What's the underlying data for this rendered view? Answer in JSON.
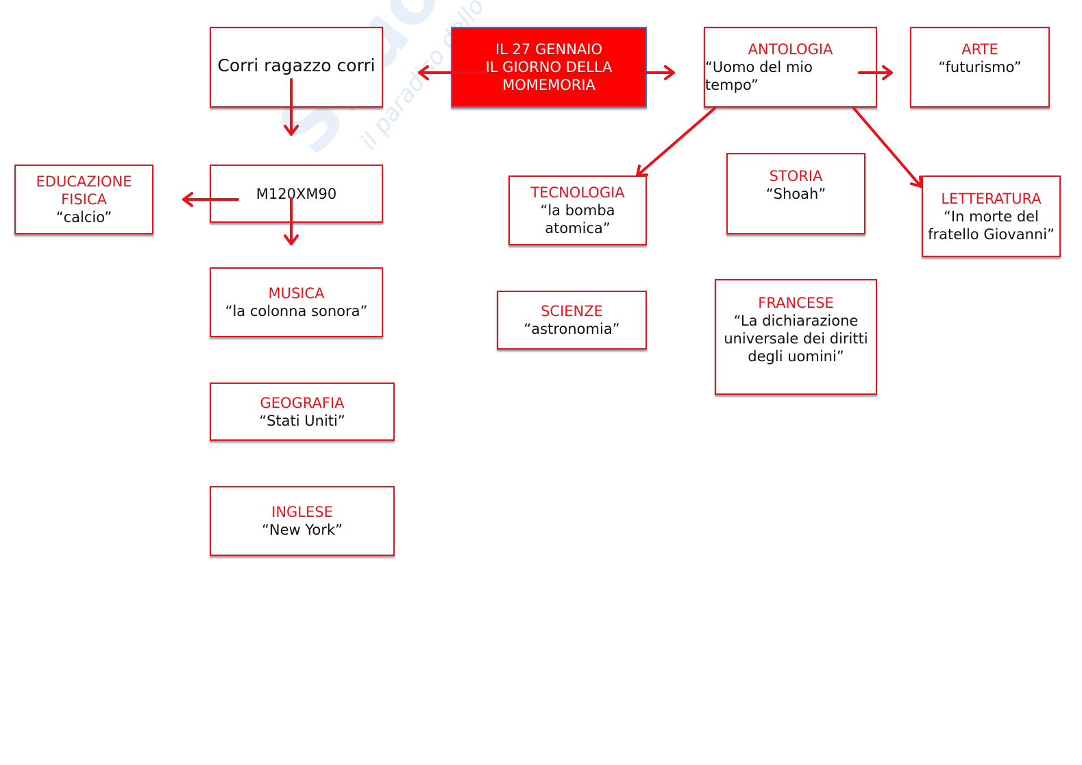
{
  "watermark": {
    "brand": "Skuola.net",
    "tagline": "il paradiso dello studio"
  },
  "center": {
    "lines": [
      "IL 27 GENNAIO",
      "IL GIORNO DELLA",
      "MOMEMORIA"
    ]
  },
  "corri": {
    "text": "Corri ragazzo corri"
  },
  "m120": {
    "text": "M120XM90"
  },
  "educazione_fisica": {
    "title1": "EDUCAZIONE",
    "title2": "FISICA",
    "text": "“calcio”"
  },
  "musica": {
    "title": "MUSICA",
    "text": "“la colonna sonora”"
  },
  "geografia": {
    "title": "GEOGRAFIA",
    "text": "“Stati Uniti”"
  },
  "inglese": {
    "title": "INGLESE",
    "text": "“New York”"
  },
  "tecnologia": {
    "title": "TECNOLOGIA",
    "text1": "“la bomba",
    "text2": "atomica”"
  },
  "scienze": {
    "title": "SCIENZE",
    "text": "“astronomia”"
  },
  "antologia": {
    "title": "ANTOLOGIA",
    "text1": "“Uomo del mio",
    "text2": "tempo”"
  },
  "arte": {
    "title": "ARTE",
    "text": "“futurismo”"
  },
  "storia": {
    "title": "STORIA",
    "text": "“Shoah”"
  },
  "letteratura": {
    "title": "LETTERATURA",
    "text1": "“In morte del",
    "text2": "fratello Giovanni”"
  },
  "francese": {
    "title": "FRANCESE",
    "text1": "“La dichiarazione",
    "text2": "universale dei diritti",
    "text3": "degli uomini”"
  },
  "colors": {
    "accent": "#e8121b",
    "center_fill": "#fe0000"
  }
}
